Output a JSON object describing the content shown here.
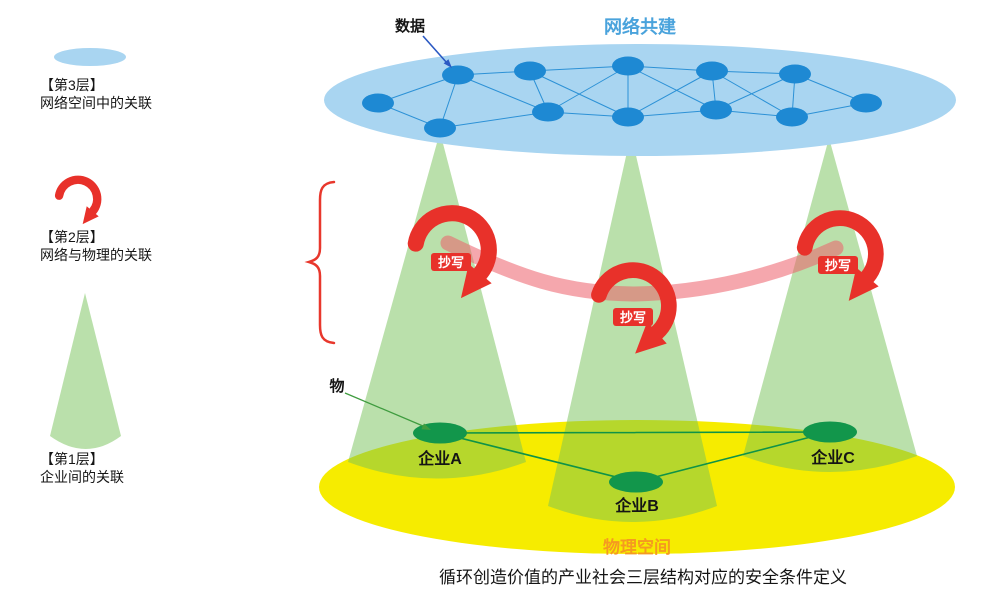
{
  "caption": "循环创造价值的产业社会三层结构对应的安全条件定义",
  "cyber_layer": {
    "title": "网络共建",
    "data_label": "数据"
  },
  "middle_layer": {
    "copy_label": "抄写"
  },
  "physical_layer": {
    "title": "物理空间",
    "object_label": "物",
    "companies": [
      "企业A",
      "企业B",
      "企业C"
    ]
  },
  "legend": {
    "items": [
      {
        "title": "【第3层】",
        "desc": "网络空间中的关联"
      },
      {
        "title": "【第2层】",
        "desc": "网络与物理的关联"
      },
      {
        "title": "【第1层】",
        "desc": "企业间的关联"
      }
    ]
  },
  "colors": {
    "cyber_ellipse": "#a9d5f1",
    "network_node": "#1e89d3",
    "cyber_title": "#4aa3dc",
    "cone_green": "#b9e1a8",
    "physical_yellow": "#f6ec00",
    "company_green": "#12964b",
    "copy_red": "#e8312a",
    "ribbon_pink": "#ed5f69",
    "physical_title_orange": "#f59a20"
  }
}
